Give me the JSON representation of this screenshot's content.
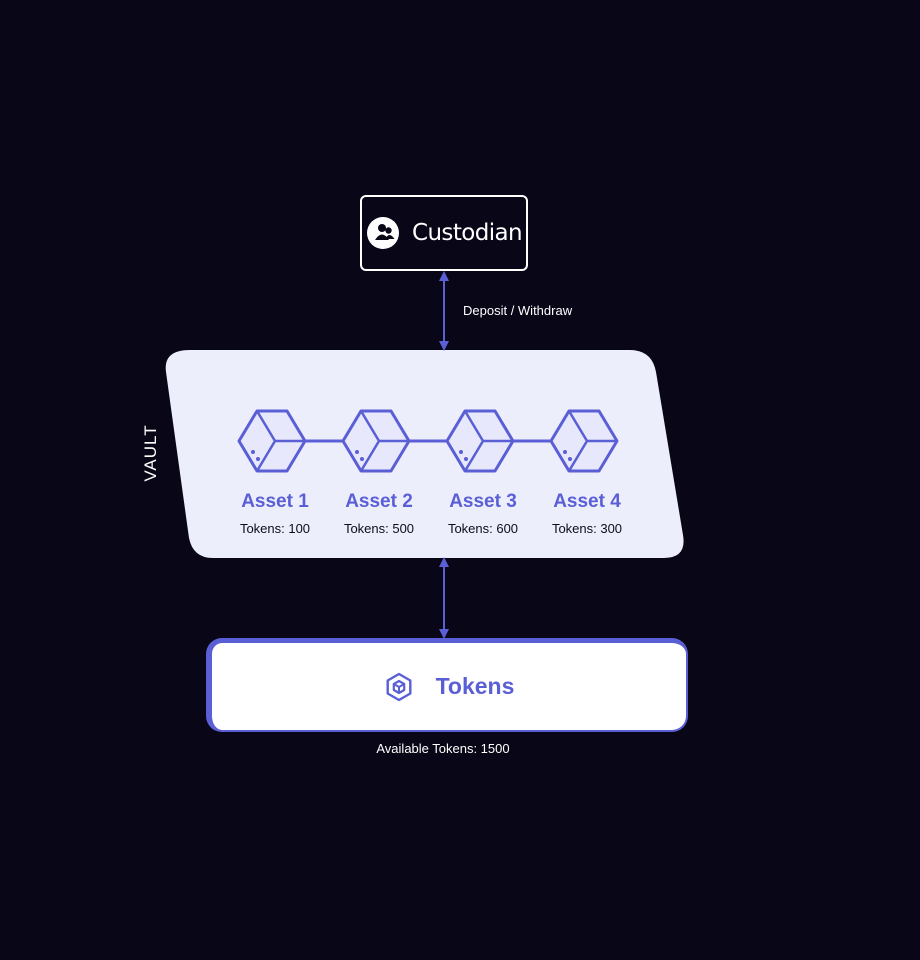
{
  "custodian": {
    "label": "Custodian",
    "icon": "user-group-icon"
  },
  "edge_top": {
    "label": "Deposit / Withdraw"
  },
  "vault": {
    "label": "VAULT",
    "assets": [
      {
        "name": "Asset 1",
        "tokens_text": "Tokens: 100",
        "tokens": 100,
        "icon": "cube-icon"
      },
      {
        "name": "Asset 2",
        "tokens_text": "Tokens: 500",
        "tokens": 500,
        "icon": "cube-icon"
      },
      {
        "name": "Asset 3",
        "tokens_text": "Tokens: 600",
        "tokens": 600,
        "icon": "cube-icon"
      },
      {
        "name": "Asset 4",
        "tokens_text": "Tokens: 300",
        "tokens": 300,
        "icon": "cube-icon"
      }
    ]
  },
  "tokens": {
    "label": "Tokens",
    "icon": "token-hexagon-icon",
    "available_text": "Available Tokens: 1500",
    "available": 1500
  },
  "colors": {
    "background": "#090717",
    "accent": "#5b5fd6",
    "vault_fill": "#eceefb",
    "cube_fill": "#e7e8fb",
    "white": "#ffffff"
  }
}
